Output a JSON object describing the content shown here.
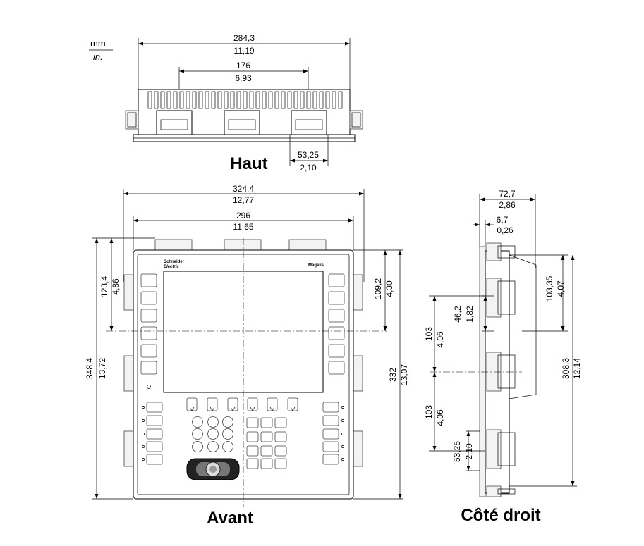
{
  "units": {
    "metric": "mm",
    "imperial": "in."
  },
  "views": {
    "top": {
      "label": "Haut"
    },
    "front": {
      "label": "Avant",
      "brand_left": "Schneider",
      "brand_left_sub": "Electric",
      "brand_right": "Magelis"
    },
    "side": {
      "label": "Côté droit"
    }
  },
  "dimensions": {
    "top_overall": {
      "mm": "284,3",
      "in": "11,19"
    },
    "top_inner": {
      "mm": "176",
      "in": "6,93"
    },
    "top_clip": {
      "mm": "53,25",
      "in": "2,10"
    },
    "front_overall_w": {
      "mm": "324,4",
      "in": "12,77"
    },
    "front_body_w": {
      "mm": "296",
      "in": "11,65"
    },
    "front_overall_h": {
      "mm": "348,4",
      "in": "13,72"
    },
    "front_axis_left": {
      "mm": "123,4",
      "in": "4,86"
    },
    "front_axis_right": {
      "mm": "109,2",
      "in": "4,30"
    },
    "front_body_h": {
      "mm": "332",
      "in": "13,07"
    },
    "side_depth": {
      "mm": "72,7",
      "in": "2,86"
    },
    "side_flange": {
      "mm": "6,7",
      "in": "0,26"
    },
    "side_clip_offset": {
      "mm": "46,2",
      "in": "1,82"
    },
    "side_top_axis": {
      "mm": "103,35",
      "in": "4,07"
    },
    "side_pitch_1": {
      "mm": "103",
      "in": "4,06"
    },
    "side_pitch_2": {
      "mm": "103",
      "in": "4,06"
    },
    "side_bottom_clip": {
      "mm": "53,25",
      "in": "2,10"
    },
    "side_height": {
      "mm": "308,3",
      "in": "12,14"
    }
  },
  "icons": {
    "navigator": "navigation-stick-icon"
  }
}
